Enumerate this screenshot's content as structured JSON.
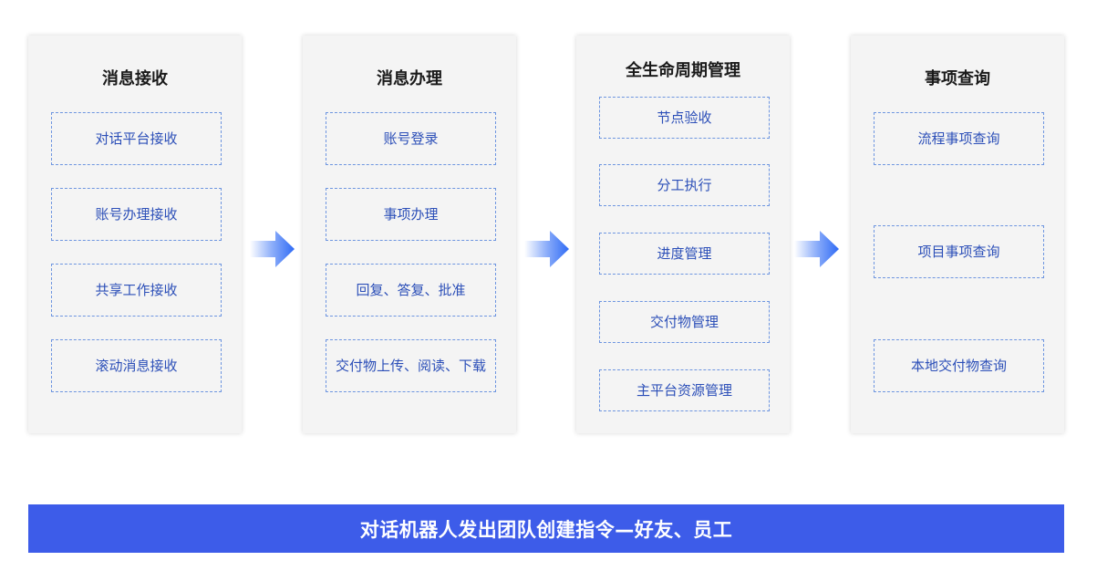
{
  "columns": [
    {
      "title": "消息接收",
      "items": [
        "对话平台接收",
        "账号办理接收",
        "共享工作接收",
        "滚动消息接收"
      ]
    },
    {
      "title": "消息办理",
      "items": [
        "账号登录",
        "事项办理",
        "回复、答复、批准",
        "交付物上传、阅读、下载"
      ]
    },
    {
      "title": "全生命周期管理",
      "items": [
        "节点验收",
        "分工执行",
        "进度管理",
        "交付物管理",
        "主平台资源管理"
      ]
    },
    {
      "title": "事项查询",
      "items": [
        "流程事项查询",
        "项目事项查询",
        "本地交付物查询"
      ]
    }
  ],
  "banner": {
    "text": "对话机器人发出团队创建指令—好友、员工"
  },
  "colors": {
    "panel_bg": "#f4f4f4",
    "item_border": "#6d95e0",
    "item_text": "#2c4fb8",
    "arrow": "#2f6bf5",
    "banner_bg": "#3d5ce9"
  }
}
